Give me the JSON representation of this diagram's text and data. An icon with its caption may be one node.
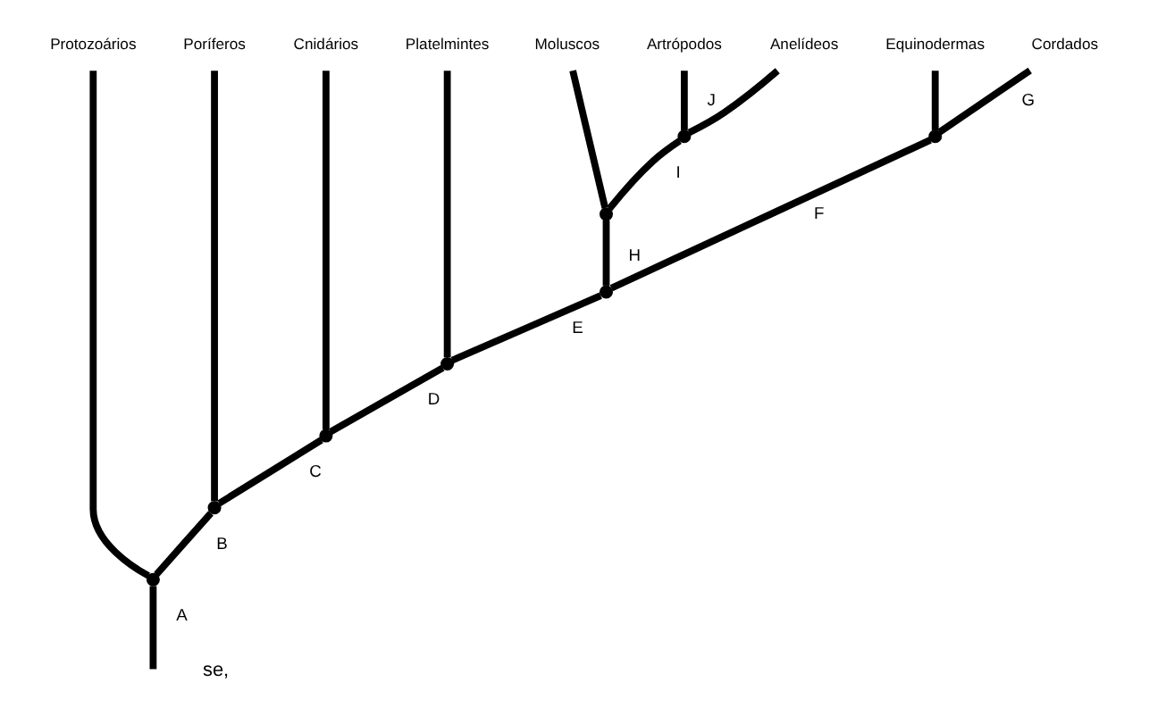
{
  "diagram": {
    "nodes": [
      {
        "text": [
          "Protozoários"
        ]
      },
      {
        "text": [
          "Poríferos"
        ]
      },
      {
        "text": [
          "Cnidários"
        ]
      },
      {
        "text": [
          "Platelmintes"
        ]
      },
      {
        "text": [
          "Artrópodos"
        ]
      },
      {
        "text": [
          "Anelídeos"
        ]
      },
      {
        "text": [
          "Moluscos"
        ]
      },
      {
        "text": [
          "Equinodermas"
        ]
      },
      {
        "text": [
          "Cordados"
        ]
      },
      {
        "text": [],
        "shape": "point"
      },
      {
        "text": [],
        "shape": "point"
      },
      {
        "text": [],
        "shape": "point"
      },
      {
        "text": [],
        "shape": "point"
      },
      {
        "text": [],
        "shape": "point"
      },
      {
        "text": [],
        "shape": "point"
      },
      {
        "text": [],
        "shape": "point"
      },
      {
        "text": [],
        "shape": "point"
      }
    ],
    "edges": [
      {
        "from": null,
        "to": 9,
        "arrow": "none",
        "label": "A"
      },
      {
        "from": 9,
        "to": 0,
        "arrow": "none"
      },
      {
        "from": 9,
        "to": 10,
        "arrow": "none",
        "label": "B"
      },
      {
        "from": 10,
        "to": 1,
        "arrow": "none"
      },
      {
        "from": 10,
        "to": 11,
        "arrow": "none",
        "label": "C"
      },
      {
        "from": 11,
        "to": 2,
        "arrow": "none"
      },
      {
        "from": 11,
        "to": 12,
        "arrow": "none",
        "label": "D"
      },
      {
        "from": 12,
        "to": 3,
        "arrow": "none"
      },
      {
        "from": 12,
        "to": 13,
        "arrow": "none",
        "label": "E"
      },
      {
        "from": 13,
        "to": 14,
        "arrow": "none",
        "label": "H"
      },
      {
        "from": 14,
        "to": 6,
        "arrow": "none"
      },
      {
        "from": 14,
        "to": 15,
        "arrow": "none",
        "label": "I"
      },
      {
        "from": 15,
        "to": 4,
        "arrow": "none",
        "label": "J"
      },
      {
        "from": 15,
        "to": 5,
        "arrow": "none"
      },
      {
        "from": 13,
        "to": 16,
        "arrow": "none",
        "label": "F"
      },
      {
        "from": 16,
        "to": 7,
        "arrow": "none"
      },
      {
        "from": 16,
        "to": 8,
        "arrow": "none",
        "label": "G"
      }
    ],
    "labels": [
      "se,"
    ]
  }
}
